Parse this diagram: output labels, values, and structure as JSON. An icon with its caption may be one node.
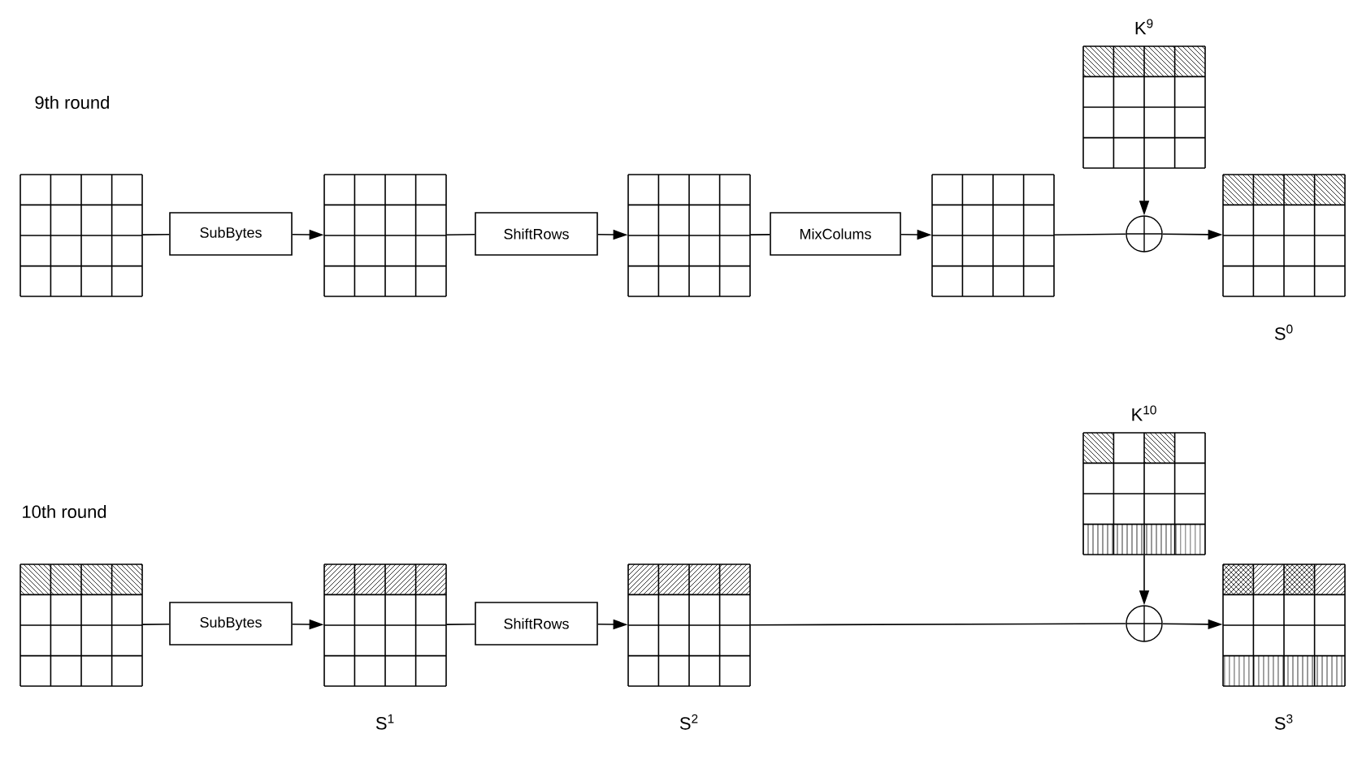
{
  "diagram": {
    "nodes": [
      {
        "text": [],
        "shape": "grid"
      },
      {
        "text": [
          "SubBytes"
        ]
      },
      {
        "text": [],
        "shape": "grid"
      },
      {
        "text": [
          "ShiftRows"
        ]
      },
      {
        "text": [],
        "shape": "grid"
      },
      {
        "text": [
          "MixColums"
        ]
      },
      {
        "text": [],
        "shape": "grid"
      },
      {
        "text": [],
        "shape": "grid",
        "beside": [
          "K$^{9}$"
        ]
      },
      {
        "text": [],
        "shape": "circle"
      },
      {
        "text": [],
        "shape": "grid",
        "beside": [
          "S$^{0}$"
        ]
      },
      {
        "text": [],
        "shape": "grid"
      },
      {
        "text": [
          "SubBytes"
        ]
      },
      {
        "text": [],
        "shape": "grid",
        "beside": [
          "S$^{1}$"
        ]
      },
      {
        "text": [
          "ShiftRows"
        ]
      },
      {
        "text": [],
        "shape": "grid",
        "beside": [
          "S$^{2}$"
        ]
      },
      {
        "text": [],
        "shape": "grid",
        "beside": [
          "K$^{10}$"
        ]
      },
      {
        "text": [],
        "shape": "circle"
      },
      {
        "text": [],
        "shape": "grid",
        "beside": [
          "S$^{3}$"
        ]
      }
    ],
    "edges": [
      {
        "from": 0,
        "to": 1,
        "arrow": "none"
      },
      {
        "from": 1,
        "to": 2,
        "arrow": "to"
      },
      {
        "from": 2,
        "to": 3,
        "arrow": "none"
      },
      {
        "from": 3,
        "to": 4,
        "arrow": "to"
      },
      {
        "from": 4,
        "to": 5,
        "arrow": "none"
      },
      {
        "from": 5,
        "to": 6,
        "arrow": "to"
      },
      {
        "from": 6,
        "to": 8,
        "arrow": "none"
      },
      {
        "from": 7,
        "to": 8,
        "arrow": "to"
      },
      {
        "from": 8,
        "to": 9,
        "arrow": "to"
      },
      {
        "from": 10,
        "to": 11,
        "arrow": "none"
      },
      {
        "from": 11,
        "to": 12,
        "arrow": "to"
      },
      {
        "from": 12,
        "to": 13,
        "arrow": "none"
      },
      {
        "from": 13,
        "to": 14,
        "arrow": "to"
      },
      {
        "from": 14,
        "to": 16,
        "arrow": "none"
      },
      {
        "from": 15,
        "to": 16,
        "arrow": "to"
      },
      {
        "from": 16,
        "to": 17,
        "arrow": "to"
      }
    ],
    "labels": [
      "9th round",
      "10th round"
    ]
  }
}
